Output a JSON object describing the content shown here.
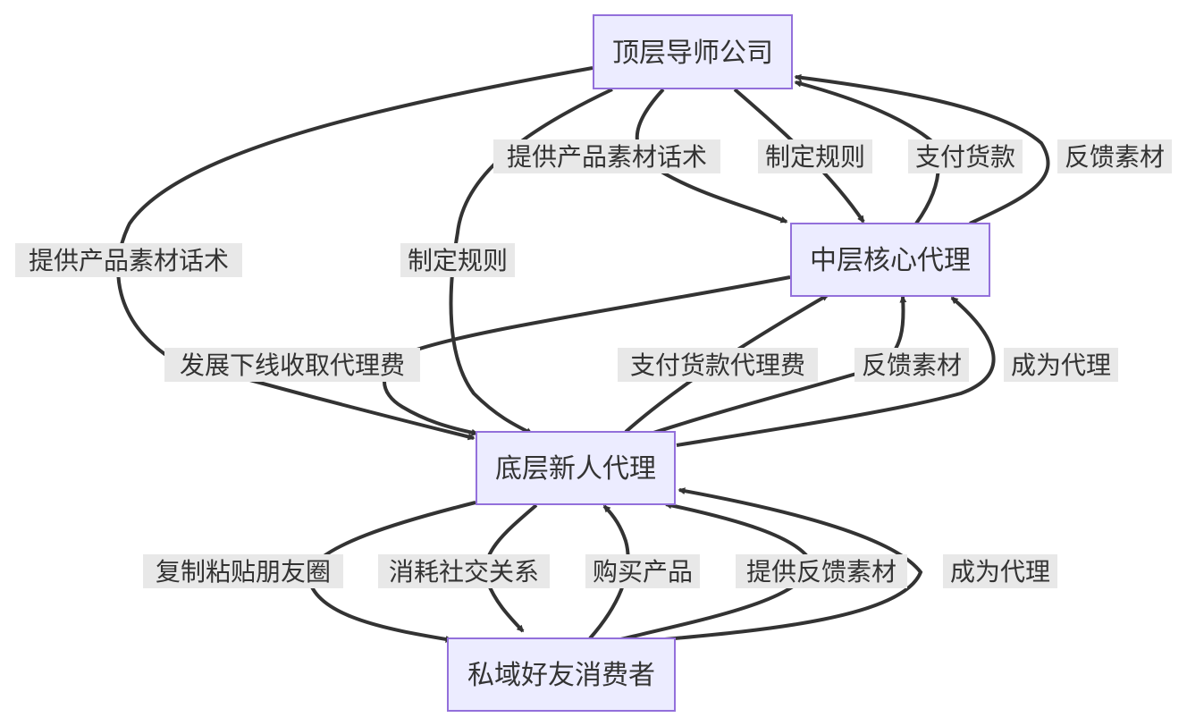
{
  "nodes": {
    "top": "顶层导师公司",
    "mid": "中层核心代理",
    "bottom": "底层新人代理",
    "consumer": "私域好友消费者"
  },
  "edges": [
    {
      "from": "top",
      "to": "bottom",
      "label": "提供产品素材话术"
    },
    {
      "from": "top",
      "to": "mid",
      "label": "提供产品素材话术"
    },
    {
      "from": "top",
      "to": "bottom",
      "label": "制定规则"
    },
    {
      "from": "top",
      "to": "mid",
      "label": "制定规则"
    },
    {
      "from": "mid",
      "to": "top",
      "label": "支付货款"
    },
    {
      "from": "mid",
      "to": "top",
      "label": "反馈素材"
    },
    {
      "from": "mid",
      "to": "bottom",
      "label": "发展下线收取代理费"
    },
    {
      "from": "bottom",
      "to": "mid",
      "label": "支付货款代理费"
    },
    {
      "from": "bottom",
      "to": "mid",
      "label": "反馈素材"
    },
    {
      "from": "bottom",
      "to": "mid",
      "label": "成为代理"
    },
    {
      "from": "bottom",
      "to": "consumer",
      "label": "复制粘贴朋友圈"
    },
    {
      "from": "bottom",
      "to": "consumer",
      "label": "消耗社交关系"
    },
    {
      "from": "consumer",
      "to": "bottom",
      "label": "购买产品"
    },
    {
      "from": "consumer",
      "to": "bottom",
      "label": "提供反馈素材"
    },
    {
      "from": "consumer",
      "to": "bottom",
      "label": "成为代理"
    }
  ]
}
